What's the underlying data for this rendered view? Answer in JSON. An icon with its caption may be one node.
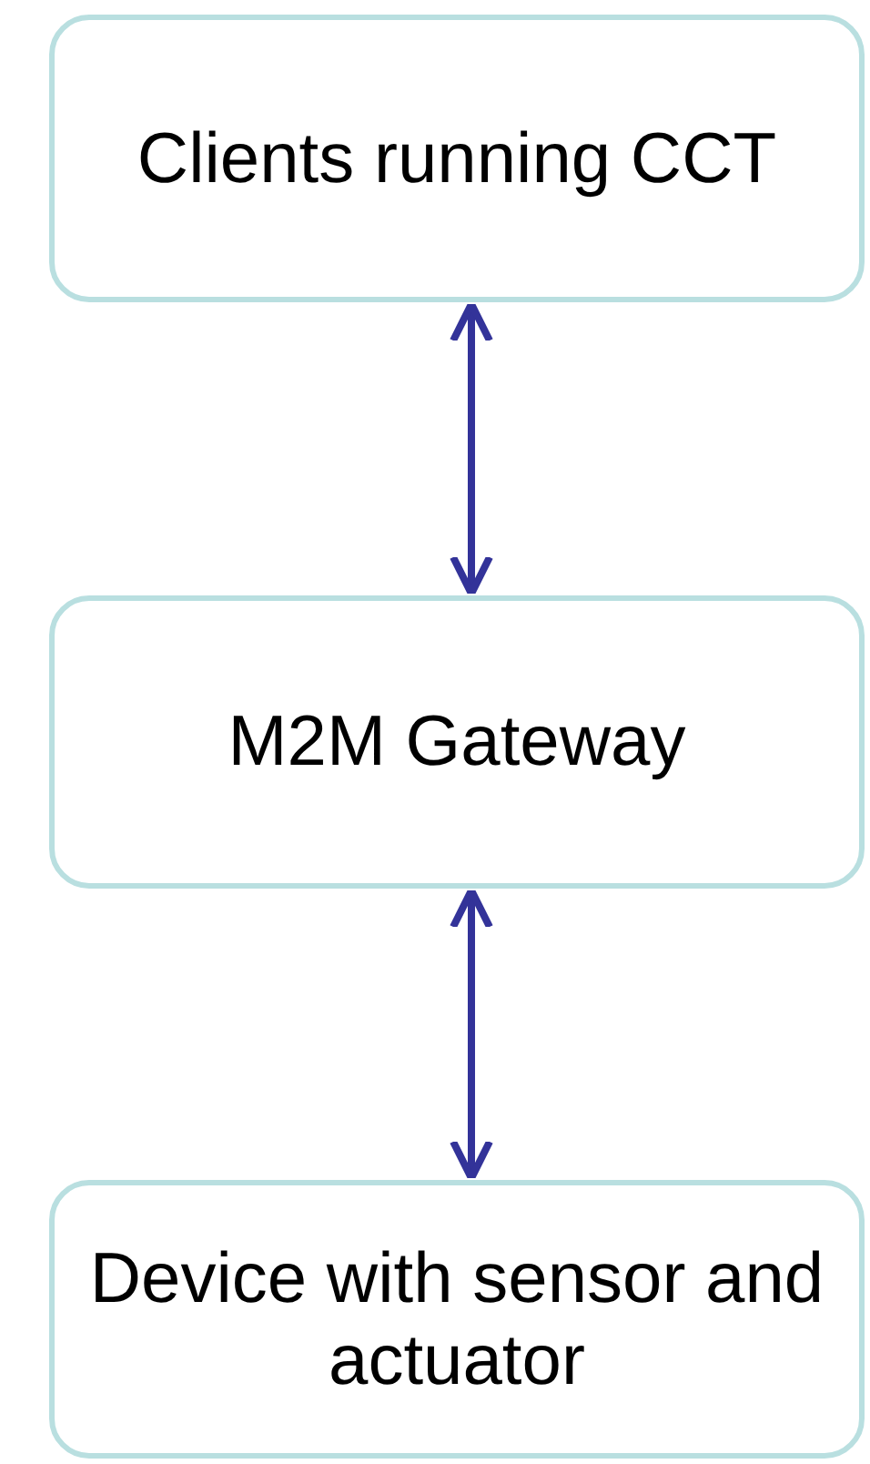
{
  "diagram": {
    "nodes": [
      {
        "text": [
          "Clients running CCT"
        ]
      },
      {
        "text": [
          "M2M Gateway"
        ]
      },
      {
        "text": [
          "Device with sensor and actuator"
        ]
      }
    ],
    "edges": [
      {
        "from": 0,
        "to": 1,
        "arrow": "both"
      },
      {
        "from": 1,
        "to": 2,
        "arrow": "both"
      }
    ]
  }
}
